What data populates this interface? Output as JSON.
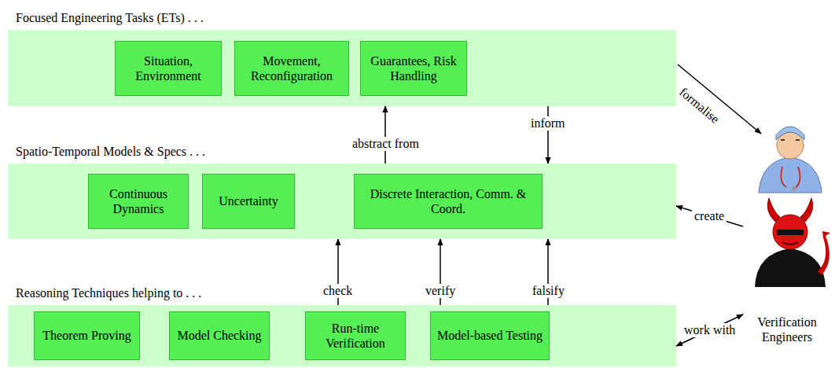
{
  "diagram": {
    "nodes": [
      {
        "text": [
          "Focused Engineering Tasks (ETs) . . ."
        ]
      },
      {
        "text": [
          "Situation, Environment"
        ],
        "in": 0
      },
      {
        "text": [
          "Movement, Reconfiguration"
        ],
        "in": 0
      },
      {
        "text": [
          "Guarantees, Risk Handling"
        ],
        "in": 0
      },
      {
        "text": [
          "Spatio-Temporal Models & Specs . . ."
        ]
      },
      {
        "text": [
          "Continuous Dynamics"
        ],
        "in": 4
      },
      {
        "text": [
          "Uncertainty"
        ],
        "in": 4
      },
      {
        "text": [
          "Discrete Interaction, Comm. & Coord."
        ],
        "in": 4
      },
      {
        "text": [
          "Reasoning Techniques helping to . . ."
        ]
      },
      {
        "text": [
          "Theorem Proving"
        ],
        "in": 8
      },
      {
        "text": [
          "Model Checking"
        ],
        "in": 8
      },
      {
        "text": [
          "Run-time Verification"
        ],
        "in": 8
      },
      {
        "text": [
          "Model-based Testing"
        ],
        "in": 8
      },
      {
        "text": [
          "Verification Engineers"
        ]
      }
    ],
    "edges": [
      {
        "from": 4,
        "to": 0,
        "label": "abstract from",
        "arrow": "to"
      },
      {
        "from": 0,
        "to": 4,
        "label": "inform",
        "arrow": "to"
      },
      {
        "from": 8,
        "to": 4,
        "label": "check",
        "arrow": "to"
      },
      {
        "from": 8,
        "to": 4,
        "label": "verify",
        "arrow": "to"
      },
      {
        "from": 8,
        "to": 4,
        "label": "falsify",
        "arrow": "to"
      },
      {
        "from": 13,
        "to": 4,
        "label": "create",
        "arrow": "to"
      },
      {
        "from": 13,
        "to": 8,
        "label": "work with",
        "arrow": "both"
      }
    ],
    "labels": [
      "formalise"
    ]
  }
}
